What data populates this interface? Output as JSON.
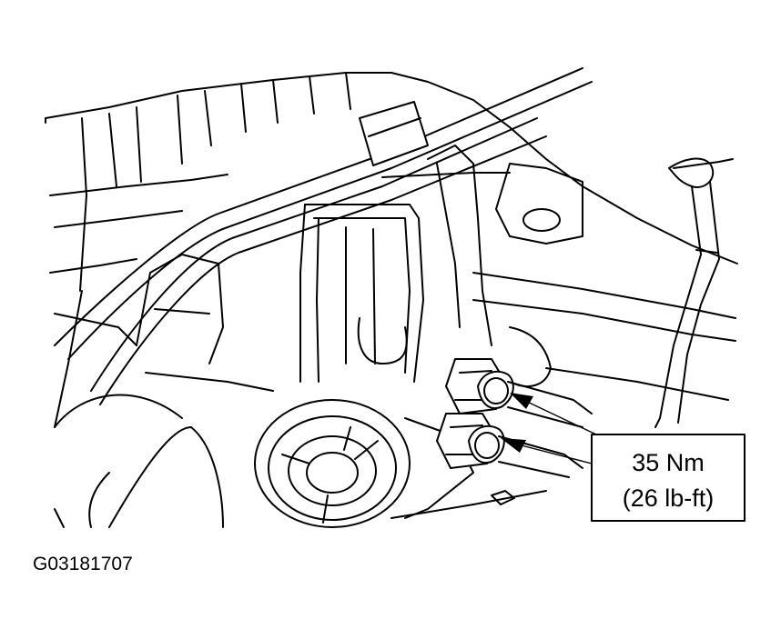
{
  "callout": {
    "line1": "35 Nm",
    "line2": "(26 lb-ft)"
  },
  "figure_id": "G03181707"
}
